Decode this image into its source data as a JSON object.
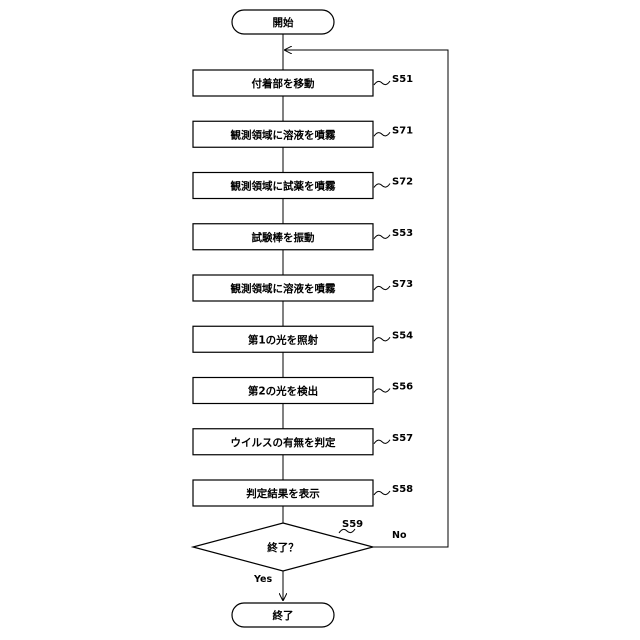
{
  "terminals": {
    "start": "開始",
    "end": "終了"
  },
  "steps": [
    {
      "label": "付着部を移動",
      "id": "S51"
    },
    {
      "label": "観測領域に溶液を噴霧",
      "id": "S71"
    },
    {
      "label": "観測領域に試薬を噴霧",
      "id": "S72"
    },
    {
      "label": "試験棒を振動",
      "id": "S53"
    },
    {
      "label": "観測領域に溶液を噴霧",
      "id": "S73"
    },
    {
      "label": "第1の光を照射",
      "id": "S54"
    },
    {
      "label": "第2の光を検出",
      "id": "S56"
    },
    {
      "label": "ウイルスの有無を判定",
      "id": "S57"
    },
    {
      "label": "判定結果を表示",
      "id": "S58"
    }
  ],
  "decision": {
    "label": "終了？",
    "id": "S59",
    "yes_label": "Yes",
    "no_label": "No"
  },
  "colors": {
    "line": "#000000",
    "fill": "#ffffff"
  }
}
